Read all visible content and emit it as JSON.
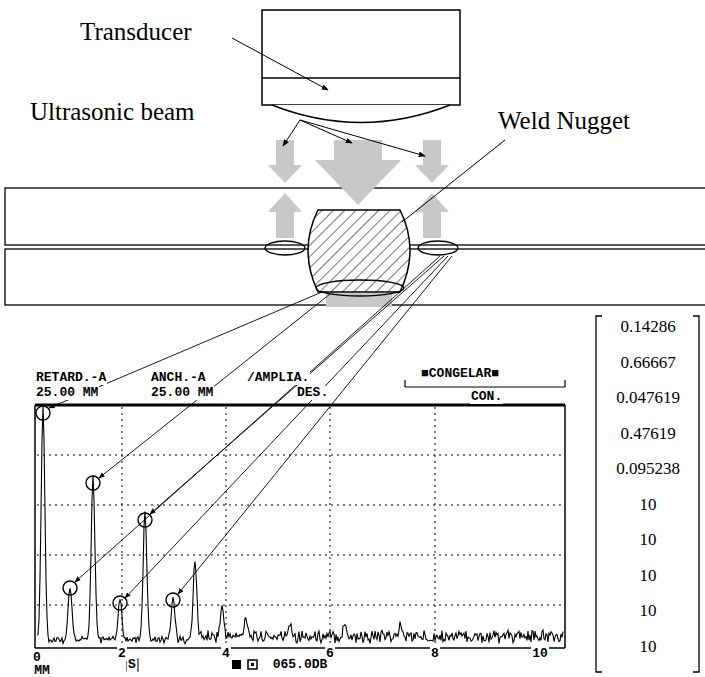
{
  "diagram": {
    "labels": [
      "Transducer",
      "Ultrasonic beam",
      "Weld Nugget",
      "RETARD.-A",
      "25.00 MM",
      "ANCH.-A",
      "25.00 MM",
      "/AMPLIA.",
      "DES.",
      "■CONGELAR■",
      "CON.",
      "0",
      "MM",
      "S",
      "2",
      "4",
      "6",
      "8",
      "10",
      "065.0DB",
      "0.14286",
      "0.66667",
      "0.047619",
      "0.47619",
      "0.095238",
      "10",
      "10",
      "10",
      "10",
      "10"
    ]
  }
}
